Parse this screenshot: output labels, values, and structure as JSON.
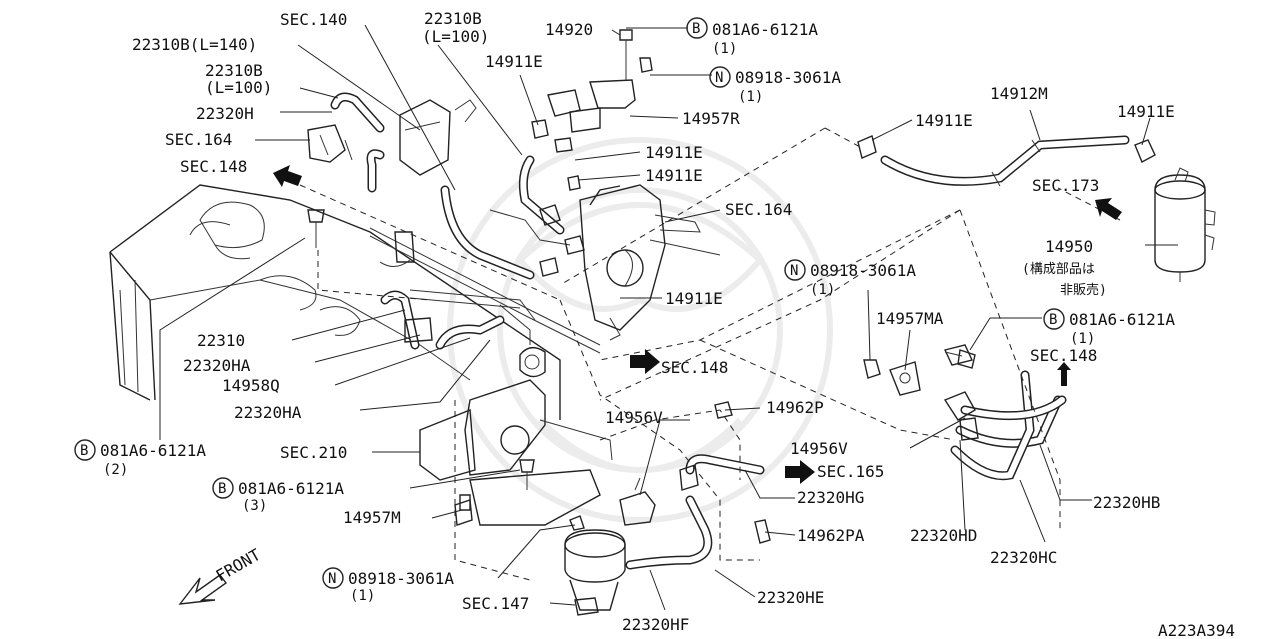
{
  "labels": {
    "sec140": "SEC.140",
    "p22310b_top": "22310B",
    "p22310b_top_len": "(L=100)",
    "p22310b_140": "22310B(L=140)",
    "p22310b_100": "22310B",
    "p22310b_100_len": "(L=100)",
    "p22320h": "22320H",
    "sec164_left": "SEC.164",
    "sec148_left": "SEC.148",
    "p14920": "14920",
    "b081a6_top": "081A6-6121A",
    "b081a6_top_qty": "(1)",
    "p14911e_a": "14911E",
    "n08918_top": "08918-3061A",
    "n08918_top_qty": "(1)",
    "p14957r": "14957R",
    "p14911e_b": "14911E",
    "p14911e_c": "14911E",
    "sec164_mid": "SEC.164",
    "p14911e_d": "14911E",
    "p14912m": "14912M",
    "p14911e_e": "14911E",
    "p14911e_f": "14911E",
    "sec173": "SEC.173",
    "p14950": "14950",
    "p14950_note1": "(構成部品は",
    "p14950_note2": "非販売)",
    "n08918_mid": "08918-3061A",
    "n08918_mid_qty": "(1)",
    "p14957ma": "14957MA",
    "b081a6_right": "081A6-6121A",
    "b081a6_right_qty": "(1)",
    "sec148_right": "SEC.148",
    "p22310": "22310",
    "p22320ha_a": "22320HA",
    "p14958q": "14958Q",
    "sec148_mid": "SEC.148",
    "p22320ha_b": "22320HA",
    "p14956v_a": "14956V",
    "p14962p": "14962P",
    "b081a6_left": "081A6-6121A",
    "b081a6_left_qty": "(2)",
    "sec210": "SEC.210",
    "p14956v_b": "14956V",
    "sec165": "SEC.165",
    "b081a6_low": "081A6-6121A",
    "b081a6_low_qty": "(3)",
    "p22320hg": "22320HG",
    "p22320hb": "22320HB",
    "p14957m": "14957M",
    "p14962pa": "14962PA",
    "p22320hd": "22320HD",
    "p22320hc": "22320HC",
    "front": "FRONT",
    "n08918_low": "08918-3061A",
    "n08918_low_qty": "(1)",
    "sec147": "SEC.147",
    "p22320he": "22320HE",
    "p22320hf": "22320HF",
    "diagram_code": "A223A394",
    "badge_b": "B",
    "badge_n": "N"
  },
  "colors": {
    "ink": "#111111",
    "watermark": "#ececec",
    "background": "#ffffff"
  }
}
